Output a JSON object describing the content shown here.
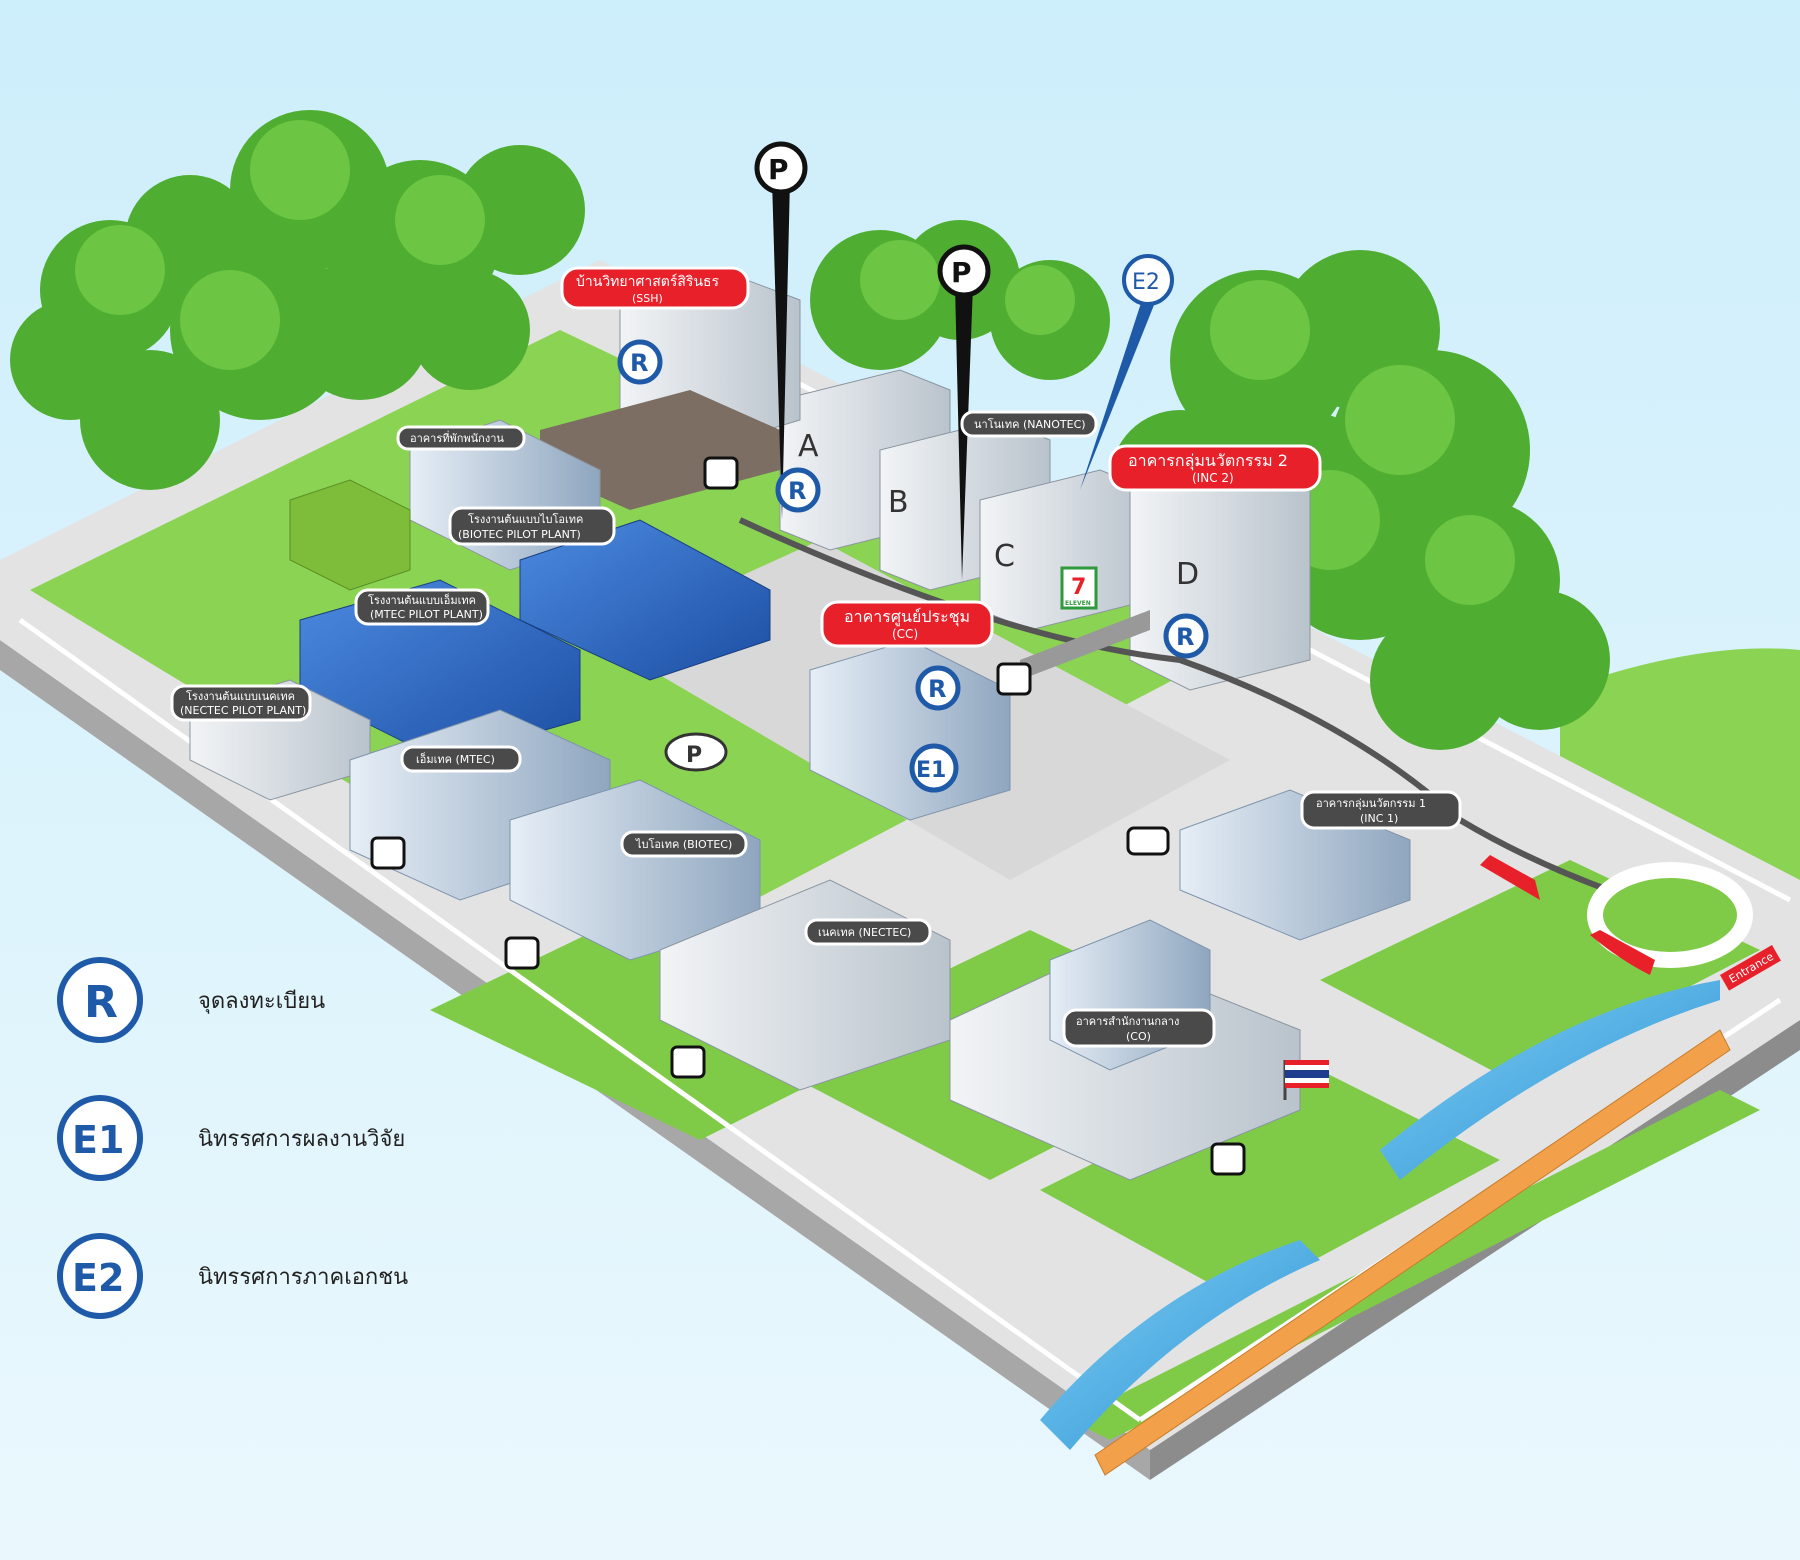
{
  "colors": {
    "sky": "#d9f1fb",
    "grass": "#8bd353",
    "road": "#e6e6e6",
    "tree": "#5cb83a",
    "label_dark": "#4a4a4a",
    "label_red": "#e8202a",
    "accent_blue": "#1e5aa8",
    "water": "#4fb4e8"
  },
  "map": {
    "labels": {
      "ssh": {
        "line1": "บ้านวิทยาศาสตร์สิรินธร",
        "line2": "(SSH)"
      },
      "dorm": "อาคารที่พักพนักงาน",
      "biotec_pilot": {
        "line1": "โรงงานต้นแบบไบโอเทค",
        "line2": "(BIOTEC PILOT PLANT)"
      },
      "mtec_pilot": {
        "line1": "โรงงานต้นแบบเอ็มเทค",
        "line2": "(MTEC PILOT PLANT)"
      },
      "nectec_pilot": {
        "line1": "โรงงานต้นแบบเนคเทค",
        "line2": "(NECTEC PILOT PLANT)"
      },
      "mtec": "เอ็มเทค (MTEC)",
      "biotec": "ไบโอเทค (BIOTEC)",
      "nectec": "เนคเทค (NECTEC)",
      "nanotec": "นาโนเทค (NANOTEC)",
      "inc2": {
        "line1": "อาคารกลุ่มนวัตกรรม 2",
        "line2": "(INC 2)"
      },
      "cc": {
        "line1": "อาคารศูนย์ประชุม",
        "line2": "(CC)"
      },
      "inc1": {
        "line1": "อาคารกลุ่มนวัตกรรม 1",
        "line2": "(INC 1)"
      },
      "co": {
        "line1": "อาคารสำนักงานกลาง",
        "line2": "(CO)"
      },
      "entrance": "Entrance"
    },
    "building_letters": [
      "A",
      "B",
      "C",
      "D"
    ],
    "badges": {
      "parking": "P",
      "registration": "R",
      "exhibit1": "E1",
      "exhibit2": "E2"
    },
    "seven_eleven": {
      "number": "7",
      "text": "ELEVEN"
    }
  },
  "legend": {
    "items": [
      {
        "badge": "R",
        "label": "จุดลงทะเบียน"
      },
      {
        "badge": "E1",
        "label": "นิทรรศการผลงานวิจัย"
      },
      {
        "badge": "E2",
        "label": "นิทรรศการภาคเอกชน"
      }
    ]
  }
}
